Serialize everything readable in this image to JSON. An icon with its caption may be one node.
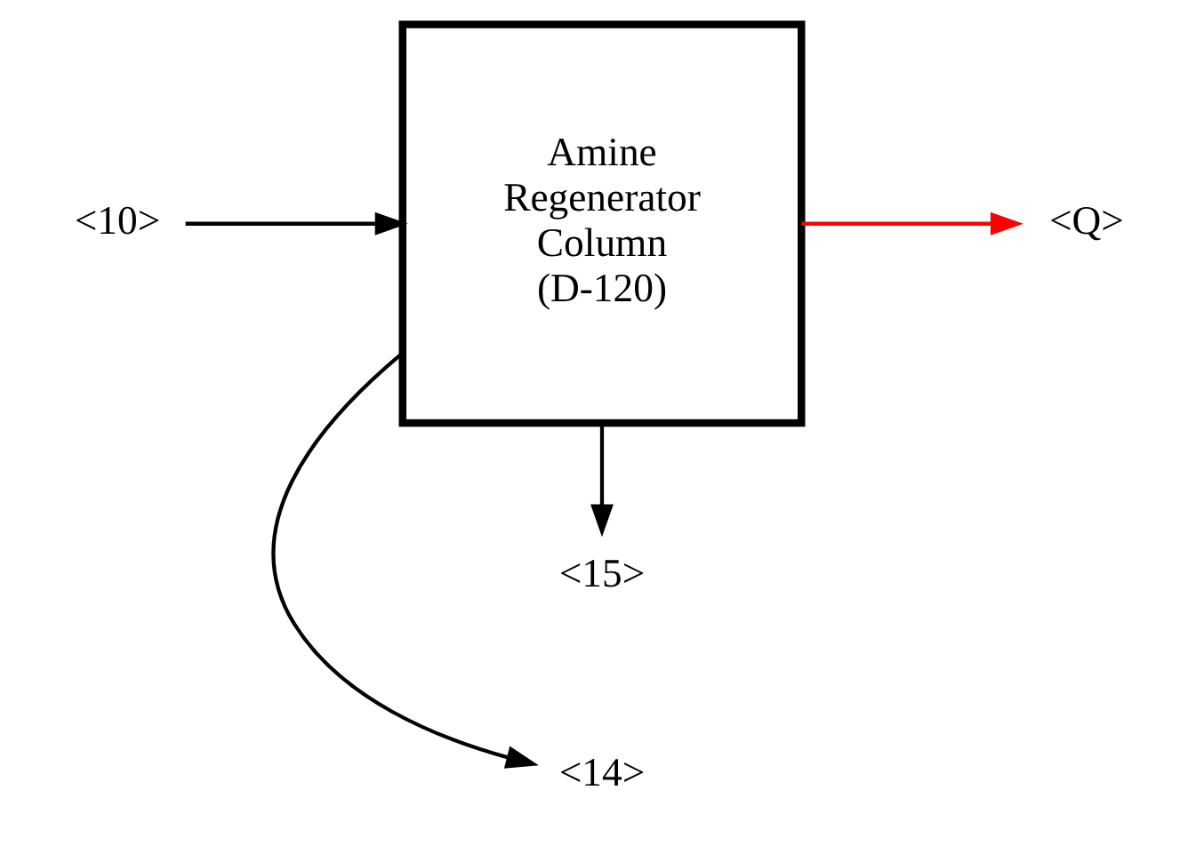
{
  "diagram": {
    "nodes": [
      {
        "text": [
          "<14>"
        ]
      },
      {
        "text": [
          "<10>"
        ]
      },
      {
        "text": [
          "Amine Regenerator Column (D-120)"
        ]
      },
      {
        "text": [
          "<Q>"
        ]
      },
      {
        "text": [
          "<15>"
        ]
      }
    ],
    "edges": [
      {
        "from": 2,
        "to": 0,
        "arrow": "to"
      },
      {
        "from": 1,
        "to": 2,
        "arrow": "to"
      },
      {
        "from": 2,
        "to": 3,
        "arrow": "to",
        "color": "#ff0000"
      },
      {
        "from": 2,
        "to": 4,
        "arrow": "to"
      }
    ]
  }
}
